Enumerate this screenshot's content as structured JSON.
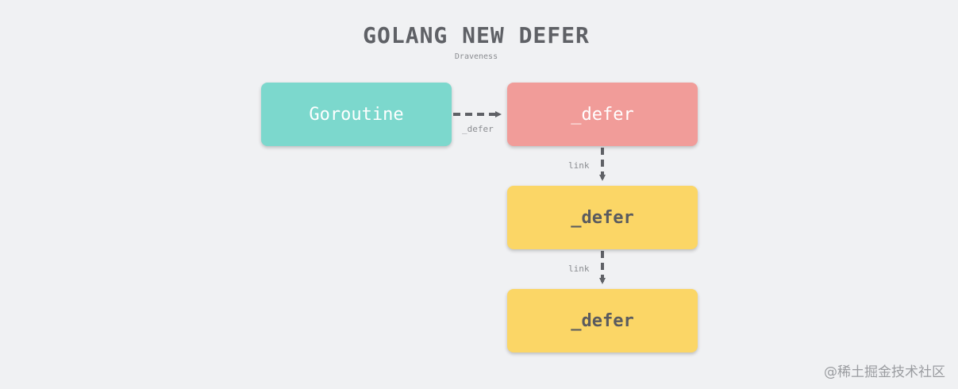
{
  "diagram": {
    "title": "GOLANG NEW DEFER",
    "subtitle": "Draveness",
    "nodes": {
      "goroutine": "Goroutine",
      "defer_1": "_defer",
      "defer_2": "_defer",
      "defer_3": "_defer"
    },
    "edges": {
      "goroutine_to_defer": "_defer",
      "defer1_to_defer2": "link",
      "defer2_to_defer3": "link"
    }
  },
  "colors": {
    "background": "#f0f1f3",
    "goroutine": "#7cd8cd",
    "defer_head": "#f19c99",
    "defer_chain": "#fbd666",
    "arrow": "#5f6166"
  },
  "watermark": "@稀土掘金技术社区"
}
